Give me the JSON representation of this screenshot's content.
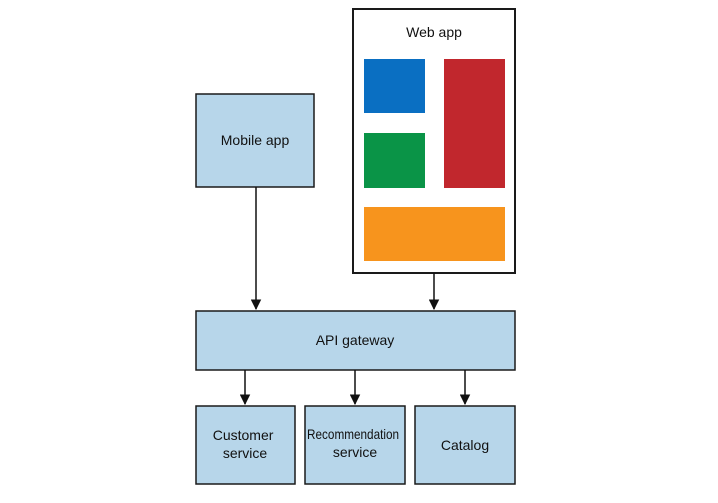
{
  "diagram": {
    "nodes": {
      "mobile_app": {
        "label": "Mobile app"
      },
      "web_app": {
        "label": "Web app"
      },
      "api_gateway": {
        "label": "API gateway"
      },
      "customer_service": {
        "label_lines": [
          "Customer",
          "service"
        ]
      },
      "recommendation_service": {
        "label_lines": [
          "Recommendation",
          "service"
        ]
      },
      "catalog": {
        "label": "Catalog"
      }
    },
    "web_app_tiles": [
      {
        "name": "blue-tile",
        "color": "#0a6fc2"
      },
      {
        "name": "red-tile",
        "color": "#c1272d"
      },
      {
        "name": "green-tile",
        "color": "#0a9447"
      },
      {
        "name": "orange-tile",
        "color": "#f7941d"
      }
    ],
    "colors": {
      "box_fill": "#b7d6ea",
      "box_stroke": "#1a1a1a",
      "arrow": "#111111"
    },
    "edges": [
      {
        "from": "mobile_app",
        "to": "api_gateway"
      },
      {
        "from": "web_app",
        "to": "api_gateway"
      },
      {
        "from": "api_gateway",
        "to": "customer_service"
      },
      {
        "from": "api_gateway",
        "to": "recommendation_service"
      },
      {
        "from": "api_gateway",
        "to": "catalog"
      }
    ]
  }
}
